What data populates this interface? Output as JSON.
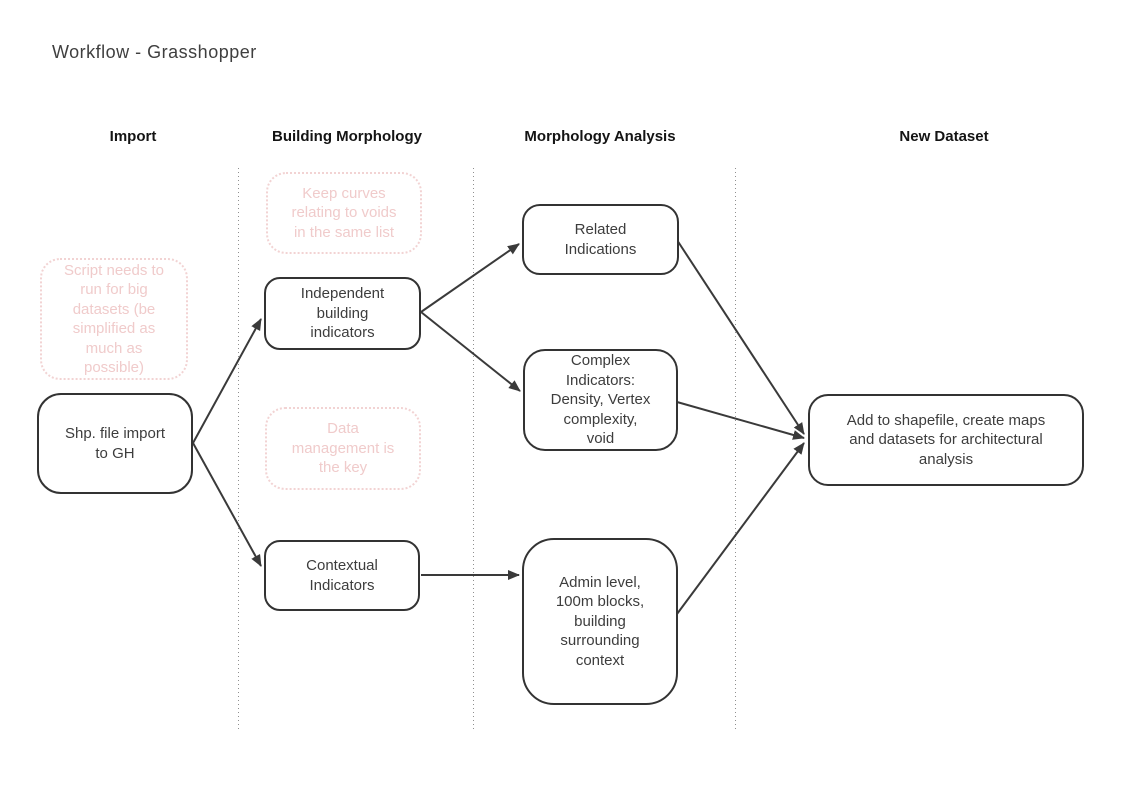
{
  "title": "Workflow - Grasshopper",
  "columns": {
    "import": "Import",
    "building_morphology": "Building Morphology",
    "morphology_analysis": "Morphology Analysis",
    "new_dataset": "New Dataset"
  },
  "notes": {
    "script": "Script needs to\nrun for big\ndatasets (be\nsimplified as\nmuch as\npossible)",
    "keep_curves": "Keep curves\nrelating to voids\nin the same list",
    "data_management": "Data\nmanagement is\nthe key"
  },
  "nodes": {
    "shp_import": "Shp. file import\nto GH",
    "independent": "Independent\nbuilding\nindicators",
    "contextual": "Contextual\nIndicators",
    "related": "Related\nIndications",
    "complex": "Complex\nIndicators:\nDensity, Vertex\ncomplexity,\nvoid",
    "admin": "Admin level,\n100m blocks,\nbuilding\nsurrounding\ncontext",
    "final": "Add to shapefile, create maps\nand datasets for architectural\nanalysis"
  },
  "colors": {
    "background": "#ffffff",
    "title_text": "#3f3f3f",
    "header_text": "#141414",
    "node_border": "#333333",
    "node_text": "#3d3d3d",
    "note_pink_text": "#f0cbcb",
    "note_pink_border": "#f2d3d3",
    "separator_dots": "#8f8f8f",
    "arrow": "#3a3a3a"
  }
}
